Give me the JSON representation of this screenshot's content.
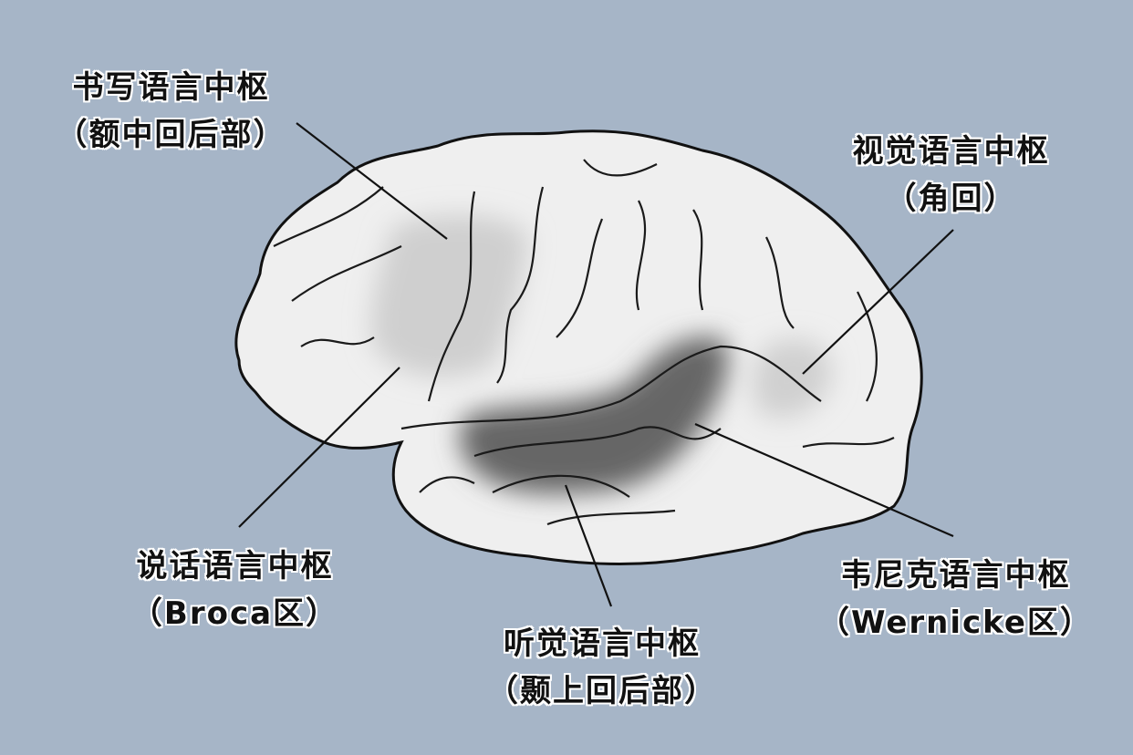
{
  "colors": {
    "background": "#a6b5c7",
    "brain": "#efefef",
    "highlight_dark": "#6a6a6a",
    "highlight_light": "#d2d2d2",
    "lines": "#111111"
  },
  "labels": {
    "writing": {
      "name": "书写语言中枢",
      "sub": "（额中回后部）"
    },
    "visual": {
      "name": "视觉语言中枢",
      "sub": "（角回）"
    },
    "speech": {
      "name": "说话语言中枢",
      "sub": "（Broca区）"
    },
    "auditory": {
      "name": "听觉语言中枢",
      "sub": "（颞上回后部）"
    },
    "wernicke": {
      "name": "韦尼克语言中枢",
      "sub": "（Wernicke区）"
    }
  }
}
